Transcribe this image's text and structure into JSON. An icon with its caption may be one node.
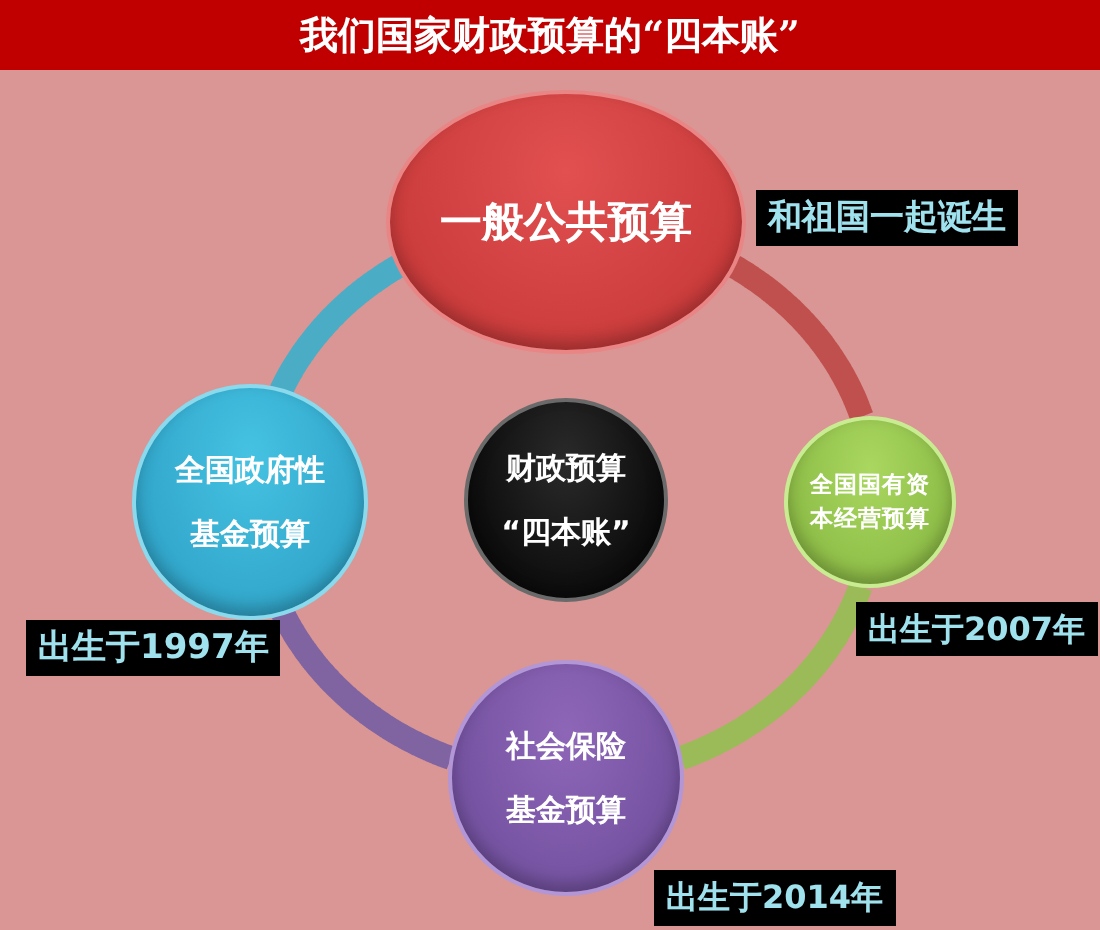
{
  "diagram": {
    "title": "我们国家财政预算的“四本账”",
    "nodes": [
      {
        "text": [
          "一般公共预算"
        ],
        "beside": [
          "和祖国一起诞生"
        ]
      },
      {
        "text": [
          "全国政府性基金预算"
        ],
        "beside": [
          "出生于1997年"
        ]
      },
      {
        "text": [
          "财政预算“四本账”"
        ]
      },
      {
        "text": [
          "全国国有资本经营预算"
        ],
        "beside": [
          "出生于2007年"
        ]
      },
      {
        "text": [
          "社会保险基金预算"
        ],
        "beside": [
          "出生于2014年"
        ]
      }
    ],
    "edges": [
      {
        "from": 0,
        "to": 3,
        "arrow": "none",
        "color": "#c0504d"
      },
      {
        "from": 3,
        "to": 4,
        "arrow": "none",
        "color": "#9bbb59"
      },
      {
        "from": 4,
        "to": 1,
        "arrow": "none",
        "color": "#8064a2"
      },
      {
        "from": 1,
        "to": 0,
        "arrow": "none",
        "color": "#4bacc6"
      }
    ]
  }
}
